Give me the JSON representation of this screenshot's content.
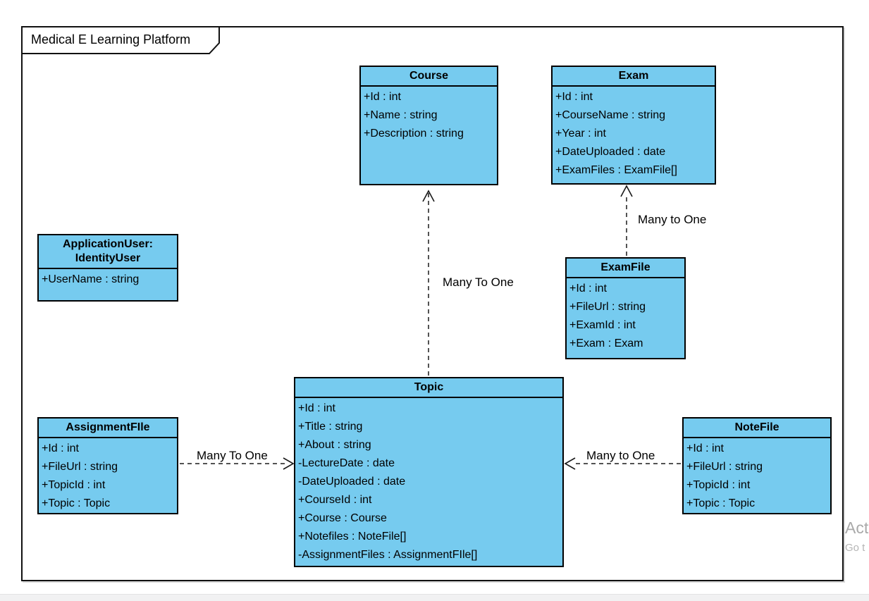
{
  "frame": {
    "title": "Medical E Learning Platform"
  },
  "colors": {
    "class_fill": "#76CBEF",
    "border": "#000000",
    "watermark_gray": "#a9a9a9"
  },
  "classes": {
    "course": {
      "name": "Course",
      "attributes": [
        "+Id : int",
        "+Name : string",
        "+Description : string"
      ]
    },
    "exam": {
      "name": "Exam",
      "attributes": [
        "+Id : int",
        "+CourseName : string",
        "+Year : int",
        "+DateUploaded : date",
        "+ExamFiles : ExamFile[]"
      ]
    },
    "application_user": {
      "name": "ApplicationUser:",
      "name_line2": "IdentityUser",
      "attributes": [
        "+UserName : string"
      ]
    },
    "exam_file": {
      "name": "ExamFile",
      "attributes": [
        "+Id : int",
        "+FileUrl : string",
        "+ExamId : int",
        "+Exam : Exam"
      ]
    },
    "topic": {
      "name": "Topic",
      "attributes": [
        "+Id : int",
        "+Title : string",
        "+About : string",
        "-LectureDate : date",
        "-DateUploaded : date",
        "+CourseId : int",
        "+Course : Course",
        "+Notefiles : NoteFile[]",
        "-AssignmentFiles : AssignmentFIle[]"
      ]
    },
    "assignment_file": {
      "name": "AssignmentFIle",
      "attributes": [
        "+Id : int",
        "+FileUrl : string",
        "+TopicId : int",
        "+Topic : Topic"
      ]
    },
    "note_file": {
      "name": "NoteFile",
      "attributes": [
        "+Id : int",
        "+FileUrl : string",
        "+TopicId : int",
        "+Topic : Topic"
      ]
    }
  },
  "relationships": [
    {
      "from": "Topic",
      "to": "Course",
      "label": "Many To One"
    },
    {
      "from": "ExamFile",
      "to": "Exam",
      "label": "Many to One"
    },
    {
      "from": "AssignmentFIle",
      "to": "Topic",
      "label": "Many To One"
    },
    {
      "from": "NoteFile",
      "to": "Topic",
      "label": "Many to One"
    }
  ],
  "watermark": {
    "line1": "Act",
    "line2": "Go t"
  }
}
